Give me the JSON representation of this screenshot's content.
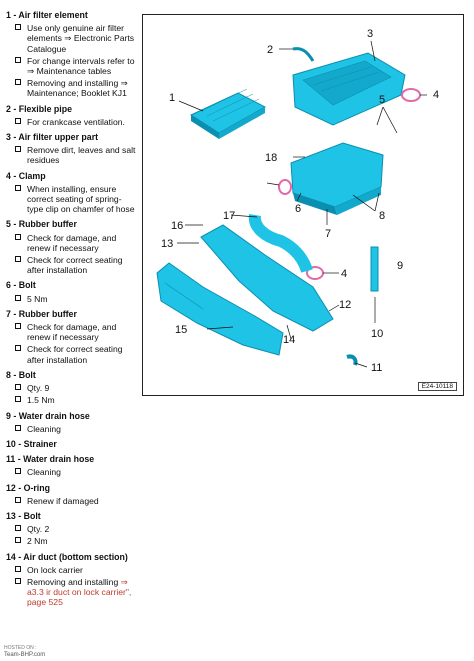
{
  "sections": [
    {
      "title": "1 - Air filter element",
      "items": [
        "Use only genuine air filter elements ⇒ Electronic Parts Catalogue",
        "For change intervals refer to ⇒ Maintenance tables",
        "Removing and installing ⇒ Maintenance; Booklet KJ1"
      ]
    },
    {
      "title": "2 - Flexible pipe",
      "items": [
        "For crankcase ventilation."
      ]
    },
    {
      "title": "3 - Air filter upper part",
      "items": [
        "Remove dirt, leaves and salt residues"
      ]
    },
    {
      "title": "4 - Clamp",
      "items": [
        "When installing, ensure correct seating of spring-type clip on chamfer of hose"
      ]
    },
    {
      "title": "5 - Rubber buffer",
      "items": [
        "Check for damage, and renew if necessary",
        "Check for correct seating after installation"
      ]
    },
    {
      "title": "6 - Bolt",
      "items": [
        "5 Nm"
      ]
    },
    {
      "title": "7 - Rubber buffer",
      "items": [
        "Check for damage, and renew if necessary",
        "Check for correct seating after installation"
      ]
    },
    {
      "title": "8 - Bolt",
      "items": [
        "Qty. 9",
        "1.5 Nm"
      ]
    },
    {
      "title": "9 - Water drain hose",
      "items": [
        "Cleaning"
      ]
    },
    {
      "title": "10 - Strainer",
      "items": []
    },
    {
      "title": "11 - Water drain hose",
      "items": [
        "Cleaning"
      ]
    },
    {
      "title": "12 - O-ring",
      "items": [
        "Renew if damaged"
      ]
    },
    {
      "title": "13 - Bolt",
      "items": [
        "Qty. 2",
        "2 Nm"
      ]
    },
    {
      "title": "14 - Air duct (bottom section)",
      "items": [
        "On lock carrier"
      ]
    }
  ],
  "last_item": {
    "prefix": "Removing and installing ",
    "link": "⇒ a3.3 ir duct on lock carrier\", page 525"
  },
  "figure_code": "E24-10118",
  "callouts": [
    "1",
    "2",
    "3",
    "4",
    "5",
    "18",
    "6",
    "7",
    "8",
    "9",
    "16",
    "17",
    "13",
    "4",
    "12",
    "10",
    "15",
    "14",
    "11"
  ],
  "watermark_top": "HOSTED ON :",
  "watermark": "Team-BHP.com",
  "colors": {
    "part": "#1fc3e6",
    "part_dark": "#0a8fb0",
    "hose": "#e06aa6"
  }
}
